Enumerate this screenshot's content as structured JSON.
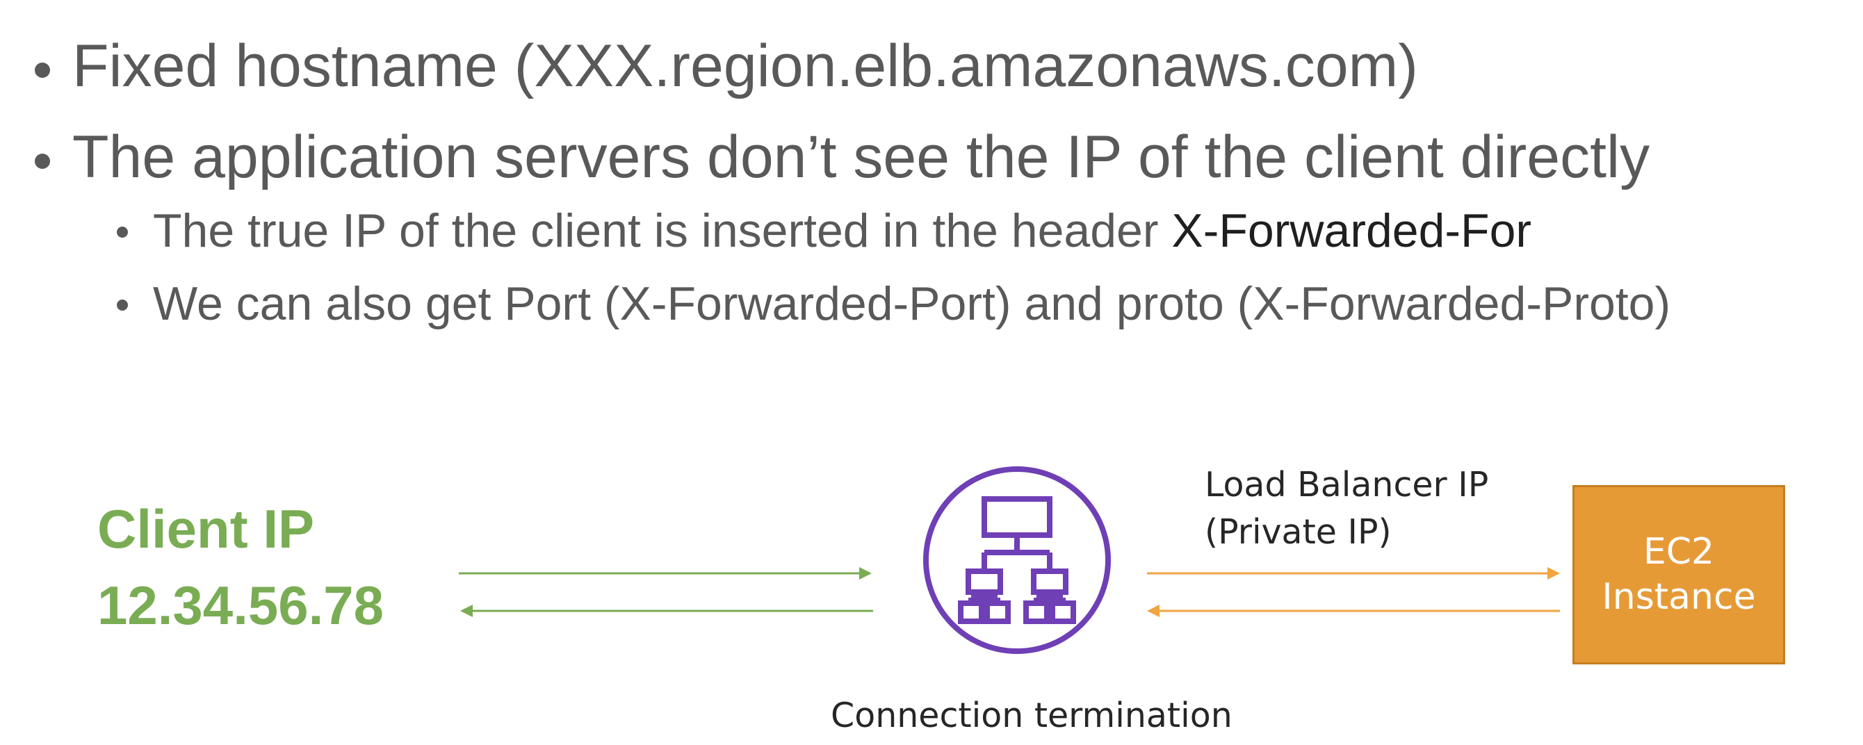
{
  "bullets": {
    "b1": "Fixed hostname (XXX.region.elb.amazonaws.com)",
    "b2": "The application servers don’t see the IP of the client directly",
    "b2_1_text": "The true IP of the client is inserted in the header ",
    "b2_1_header": "X-Forwarded-For",
    "b2_2": "We can also get Port (X-Forwarded-Port) and proto (X-Forwarded-Proto)"
  },
  "diagram": {
    "client_ip_label": "Client IP",
    "client_ip_value": "12.34.56.78",
    "lb_ip_line1": "Load Balancer IP",
    "lb_ip_line2": "(Private IP)",
    "ec2_line1": "EC2",
    "ec2_line2": "Instance",
    "connection_caption": "Connection termination",
    "load_balancer_icon": "load-balancer-icon",
    "colors": {
      "client": "#7aac54",
      "load_balancer": "#6f3fb6",
      "ec2": "#e69a36",
      "ec2_arrows": "#f0a540"
    }
  }
}
